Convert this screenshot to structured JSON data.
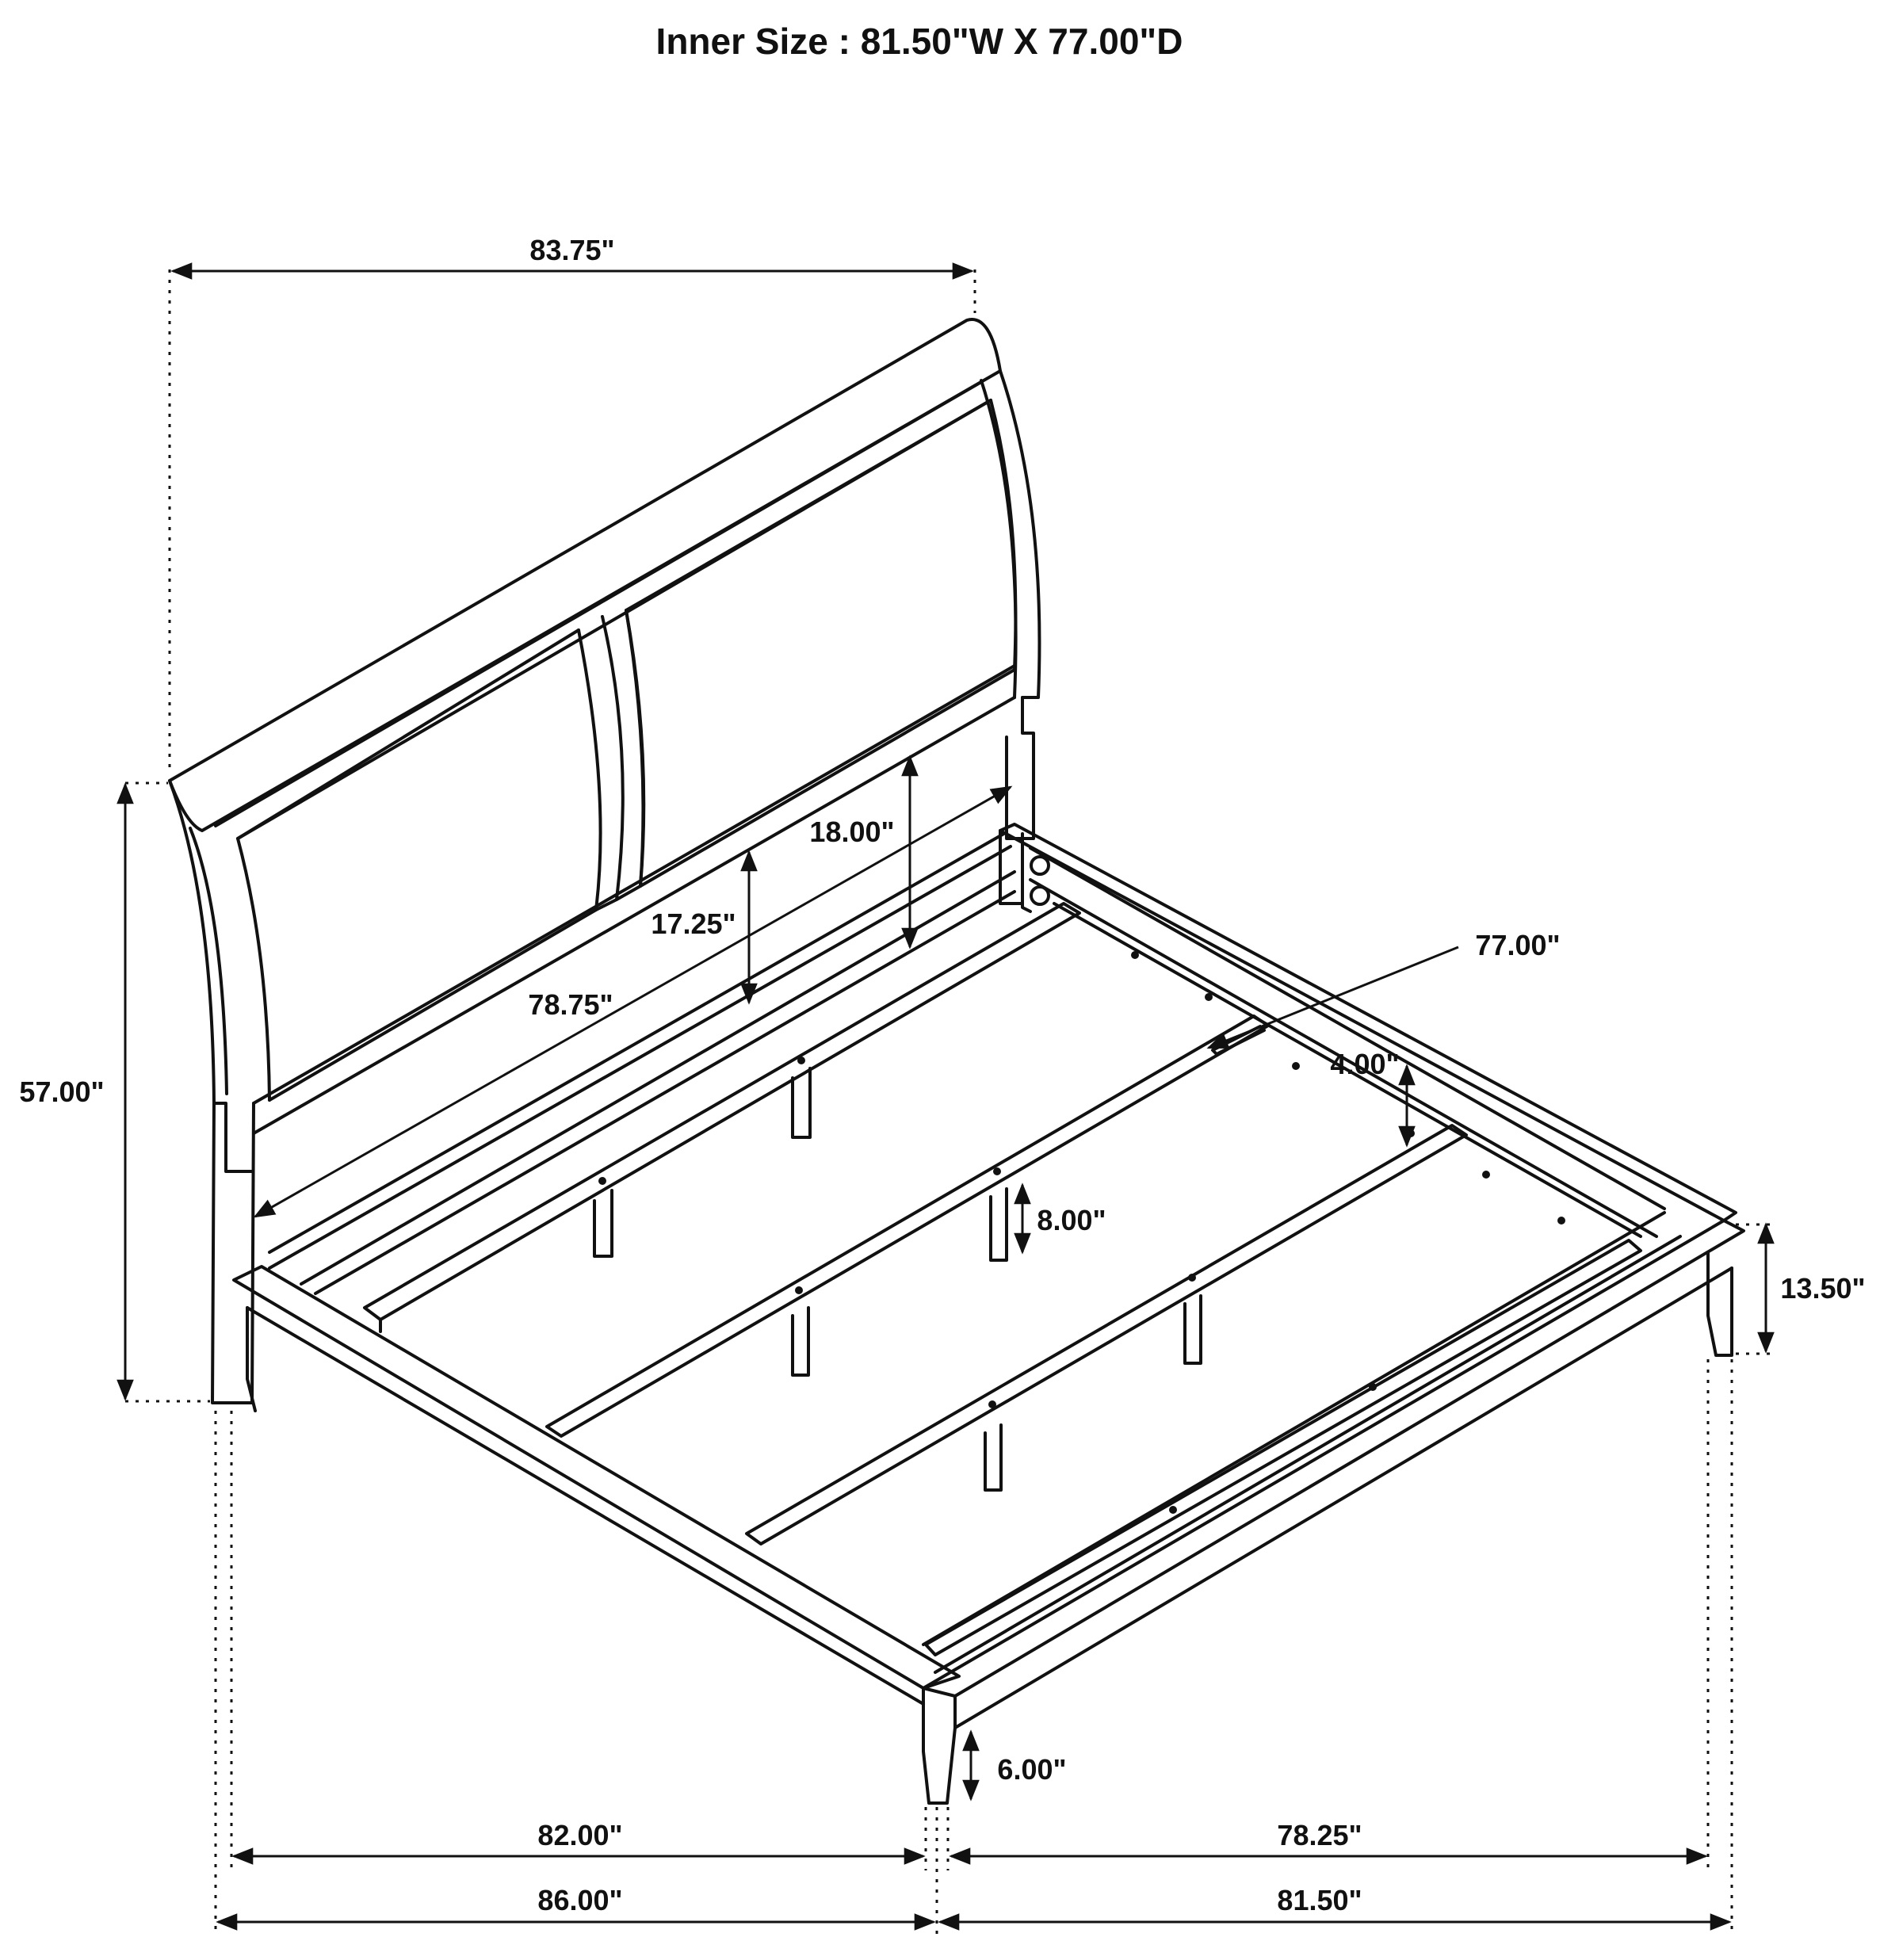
{
  "title": "Inner Size : 81.50\"W X 77.00\"D",
  "dimensions": {
    "headboard_width": "83.75\"",
    "total_height": "57.00\"",
    "panel_height_front": "17.25\"",
    "panel_height_rear": "18.00\"",
    "inner_length": "78.75\"",
    "inner_width": "77.00\"",
    "rail_height": "4.00\"",
    "slat_leg_height": "8.00\"",
    "footboard_height": "13.50\"",
    "leg_clearance": "6.00\"",
    "side_inner": "82.00\"",
    "foot_inner": "78.25\"",
    "overall_length": "86.00\"",
    "overall_width": "81.50\""
  }
}
